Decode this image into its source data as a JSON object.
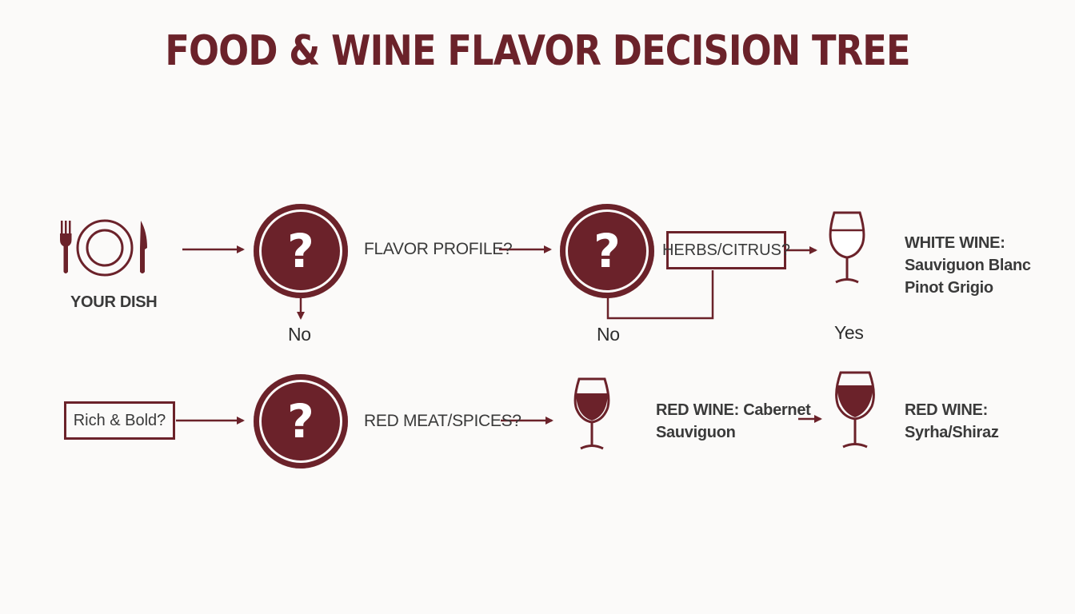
{
  "title": "FOOD & WINE FLAVOR DECISION TREE",
  "accent_color": "#6b222a",
  "text_color": "#3a3a3a",
  "nodes": {
    "dish": {
      "label": "YOUR DISH",
      "icon": "plate-fork-knife-icon"
    },
    "question_1": {
      "symbol": "?",
      "label": "FLAVOR PROFILE?"
    },
    "question_2": {
      "symbol": "?",
      "box_label": "HERBS/CITRUS?"
    },
    "white_wine": {
      "icon": "white-wine-glass-icon",
      "label": "WHITE WINE:\nSauviguon Blanc\nPinot Grigio"
    },
    "rich_bold": {
      "box_label": "Rich & Bold?"
    },
    "question_3": {
      "symbol": "?",
      "label": "RED MEAT/SPICES?"
    },
    "red_wine_1": {
      "icon": "red-wine-glass-icon",
      "label": "RED WINE: Cabernet\nSauviguon"
    },
    "red_wine_2": {
      "icon": "red-wine-glass-icon",
      "label": "RED WINE:\nSyrha/Shiraz"
    }
  },
  "edge_labels": {
    "no_left": "No",
    "no_middle": "No",
    "yes_right": "Yes"
  }
}
